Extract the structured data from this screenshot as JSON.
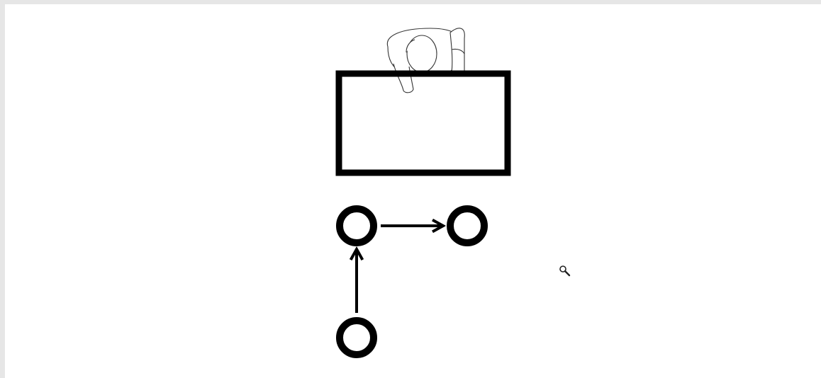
{
  "viewer": {
    "background": "#ffffff",
    "frame_color": "#e6e6e6"
  },
  "diagram": {
    "stroke_color": "#000000",
    "figure_stroke_color": "#333333",
    "elements": [
      {
        "name": "person-figure",
        "kind": "top-view person seated at table"
      },
      {
        "name": "table",
        "kind": "rectangle"
      },
      {
        "name": "node-start",
        "kind": "circle"
      },
      {
        "name": "node-corner",
        "kind": "circle"
      },
      {
        "name": "node-end",
        "kind": "circle"
      }
    ],
    "arrows": [
      {
        "from": "node-start",
        "to": "node-corner",
        "direction": "up"
      },
      {
        "from": "node-corner",
        "to": "node-end",
        "direction": "right"
      }
    ]
  },
  "cursor": {
    "icon": "magnifier-zoom-icon"
  }
}
